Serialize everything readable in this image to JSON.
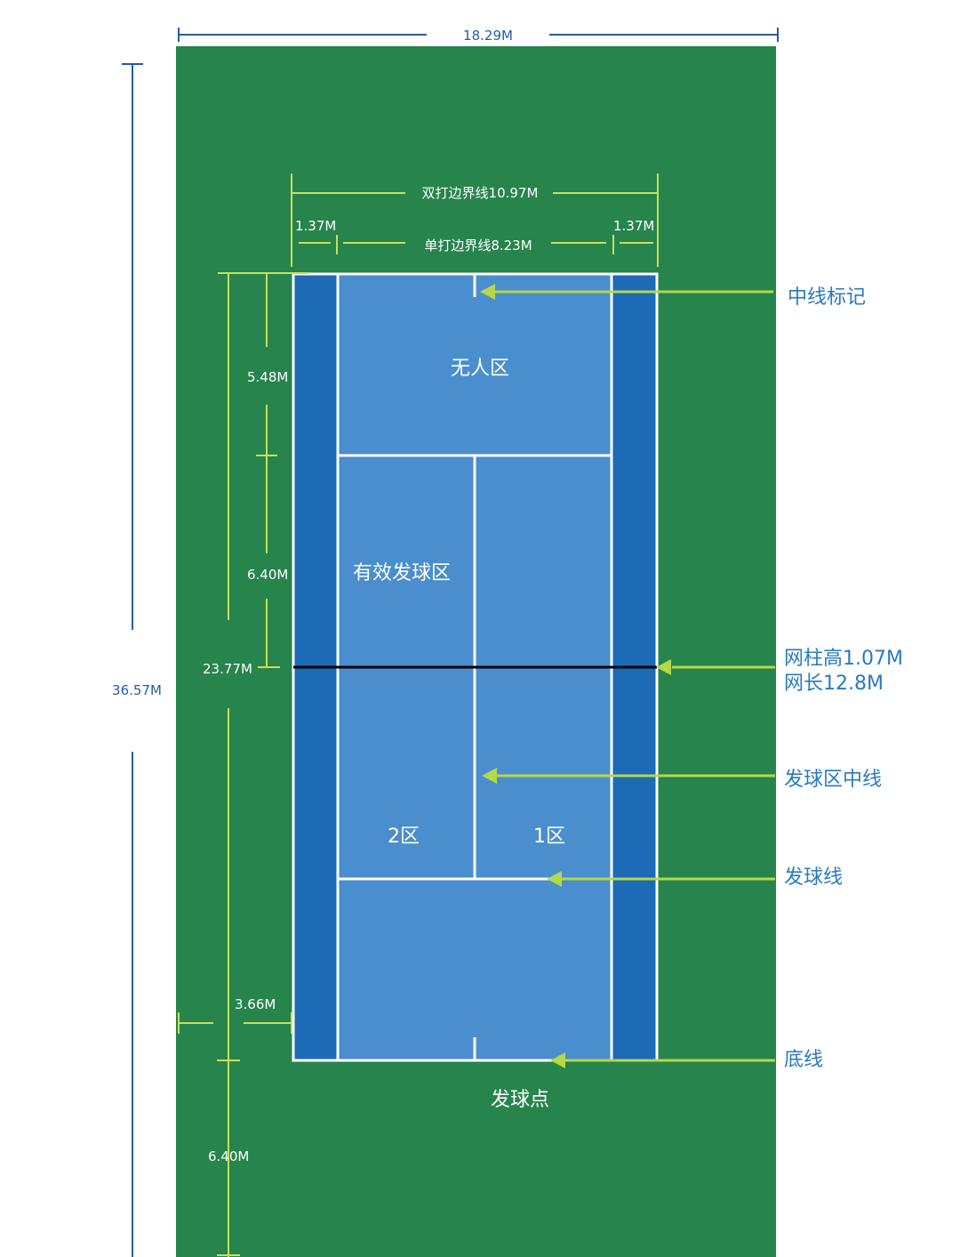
{
  "colors": {
    "grass": "#26844c",
    "court": "#4a8ecd",
    "alley": "#1d6ab6",
    "court_line": "#ffffff",
    "net": "#000000",
    "dim_outer": "#2a5aa7",
    "dim_inner": "#c8e05a",
    "dim_text_white": "#ffffff",
    "label_text": "#2a7ac0",
    "arrow": "#b5d84a"
  },
  "dimensions": {
    "total_width": "18.29M",
    "total_length": "36.57M",
    "doubles_width": "双打边界线10.97M",
    "singles_width": "单打边界线8.23M",
    "alley_left": "1.37M",
    "alley_right": "1.37M",
    "no_mans_depth": "5.48M",
    "service_depth": "6.40M",
    "court_length": "23.77M",
    "side_margin": "3.66M",
    "back_margin": "6.40M"
  },
  "zones": {
    "no_mans_land": "无人区",
    "service_box": "有效发球区",
    "box_two": "2区",
    "box_one": "1区",
    "serve_point": "发球点"
  },
  "labels": {
    "center_mark": "中线标记",
    "net_post_line1": "网柱高1.07M",
    "net_post_line2": "网长12.8M",
    "service_center_line": "发球区中线",
    "service_line": "发球线",
    "baseline": "底线"
  }
}
